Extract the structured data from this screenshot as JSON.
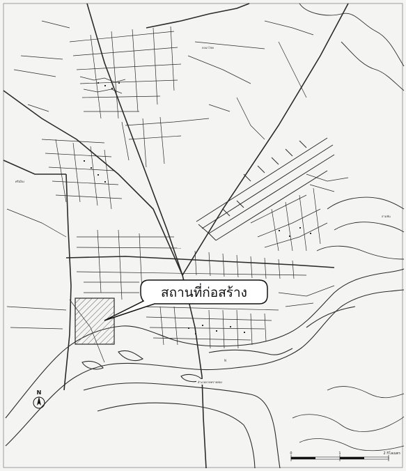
{
  "callout": {
    "label": "สถานที่ก่อสร้าง"
  },
  "compass": {
    "letter": "N"
  },
  "scale": {
    "label_zero": "0",
    "label_mid": "1",
    "label_end": "2 กิโลเมตร"
  },
  "map_labels": {
    "river_label": "N",
    "south_area": "อำเภอหาดทรายฟอง",
    "west_area": "ศรีเมือง",
    "east_area": "สามพัน",
    "north_area": "ดงนาโชค"
  },
  "colors": {
    "ink": "#2a2a2a",
    "paper": "#f4f4f2",
    "hatch": "#555555",
    "callout_fill": "#ffffff"
  }
}
